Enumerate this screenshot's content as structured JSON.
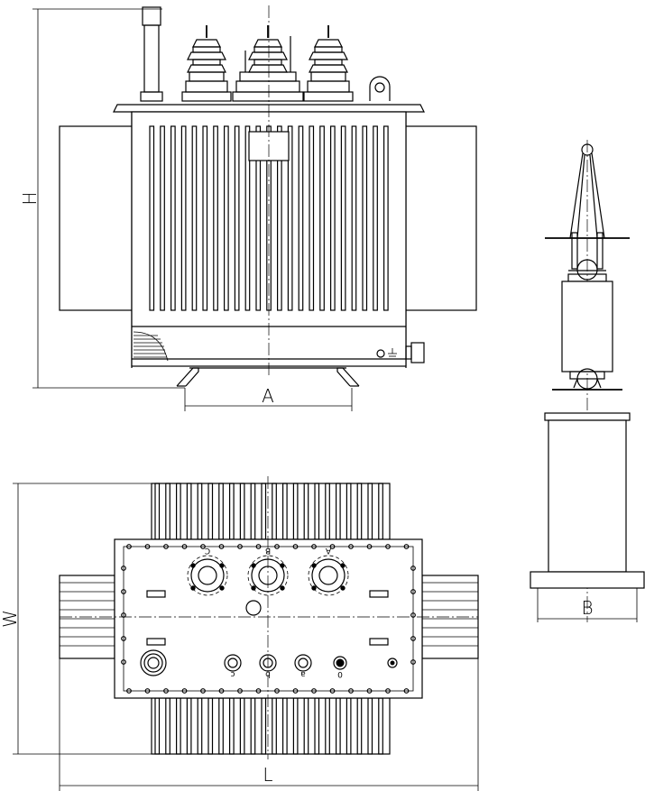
{
  "dimensions": {
    "height_label": "H",
    "base_width_label": "A",
    "side_base_label": "B",
    "length_label": "L",
    "width_label": "W"
  },
  "terminal_labels": {
    "hv": [
      "C",
      "B",
      "A"
    ],
    "lv": [
      "c",
      "b",
      "a",
      "0"
    ]
  },
  "views": [
    "front-elevation",
    "side-elevation",
    "top-plan"
  ],
  "colors": {
    "line": "#000000",
    "background": "#ffffff"
  }
}
